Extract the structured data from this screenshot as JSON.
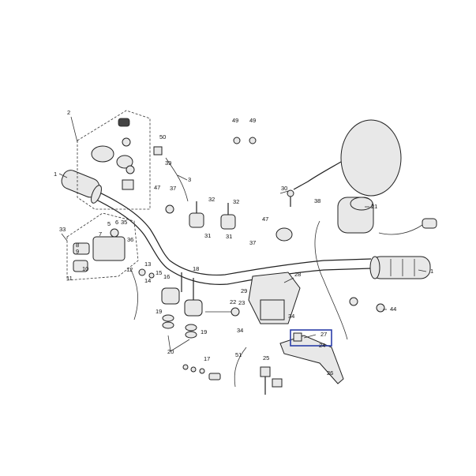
{
  "diagram": {
    "labels": [
      "1",
      "2",
      "3",
      "5",
      "6",
      "7",
      "8",
      "9",
      "10",
      "11",
      "12",
      "13",
      "14",
      "15",
      "16",
      "17",
      "18",
      "19",
      "20",
      "21",
      "22",
      "23",
      "24",
      "25",
      "26",
      "27",
      "28",
      "29",
      "30",
      "31",
      "32",
      "33",
      "34",
      "35",
      "36",
      "37",
      "38",
      "39",
      "44",
      "47",
      "49",
      "50",
      "51"
    ],
    "highlighted_part": "27",
    "highlight_color": "#2b3ea8"
  }
}
